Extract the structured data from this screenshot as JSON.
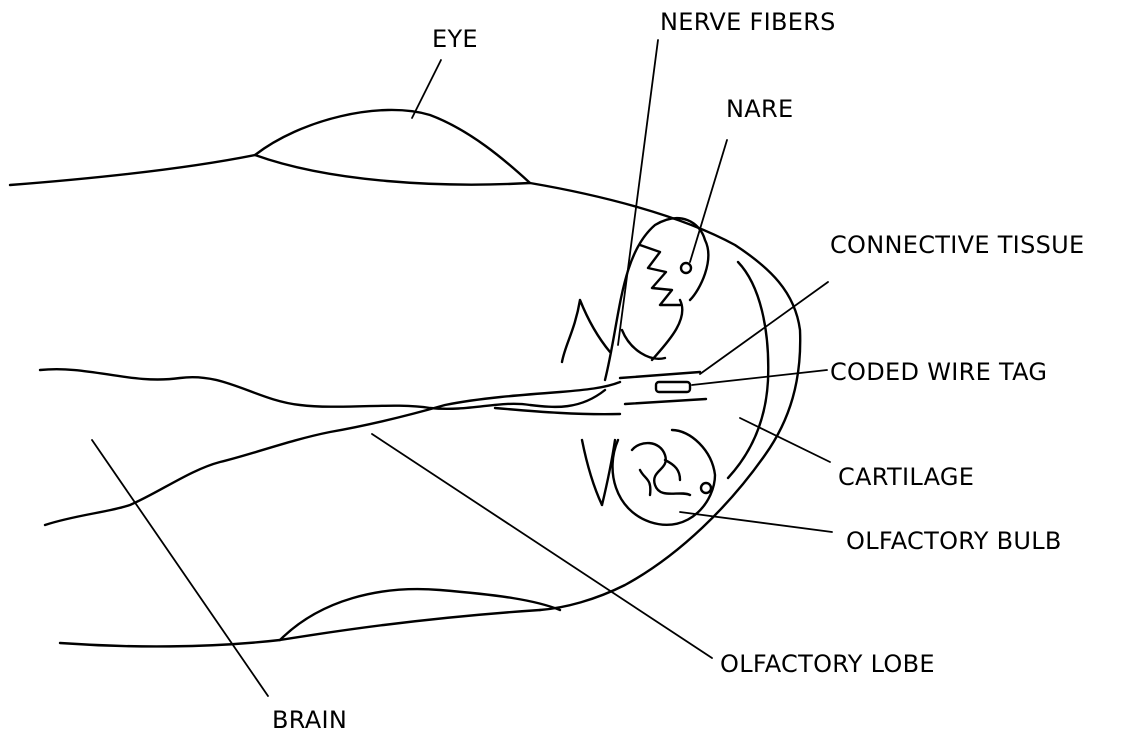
{
  "labels": {
    "eye": "EYE",
    "nerve_fibers": "NERVE FIBERS",
    "nare": "NARE",
    "connective_tissue": "CONNECTIVE TISSUE",
    "coded_wire_tag": "CODED WIRE TAG",
    "cartilage": "CARTILAGE",
    "olfactory_bulb": "OLFACTORY BULB",
    "olfactory_lobe": "OLFACTORY LOBE",
    "brain": "BRAIN"
  },
  "colors": {
    "ink": "#000000",
    "background": "#ffffff"
  }
}
